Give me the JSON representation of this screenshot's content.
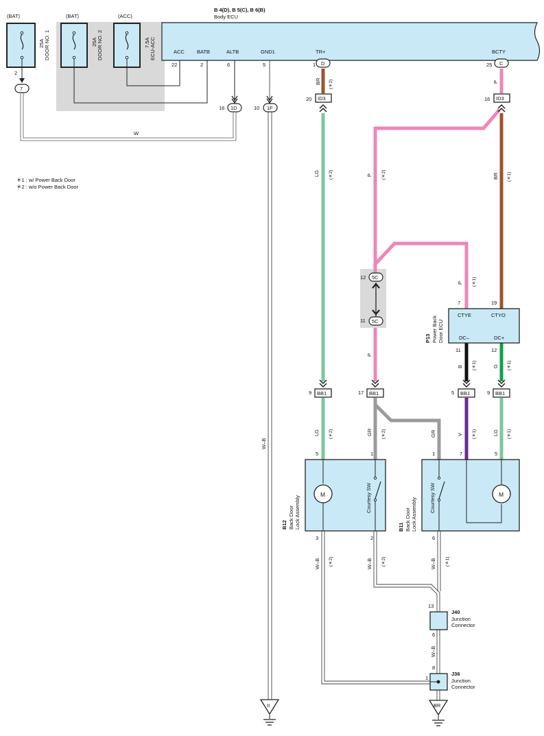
{
  "notes": [
    "＊1 : w/ Power Back Door",
    "＊2 : w/o Power Back Door"
  ],
  "sources": {
    "bat1": "(BAT)",
    "bat2": "(BAT)",
    "acc": "(ACC)",
    "fuse1_amp": "25A",
    "fuse1_name": "DOOR NO. 1",
    "fuse2_amp": "25A",
    "fuse2_name": "DOOR NO. 2",
    "fuse3_amp": "7.5A",
    "fuse3_name": "ECU-ACC"
  },
  "body_ecu": {
    "connectors": "B 4(D), B 5(C), B 6(B)",
    "name": "Body ECU",
    "pins": [
      {
        "label": "ACC",
        "pin": "22"
      },
      {
        "label": "BATB",
        "pin": "2"
      },
      {
        "label": "ALTB",
        "pin": "6"
      },
      {
        "label": "GND1",
        "pin": "5"
      },
      {
        "label": "TR+",
        "pin": "1",
        "conn": "D"
      },
      {
        "label": "BCTY",
        "pin": "25",
        "conn": "C"
      }
    ]
  },
  "connectors": {
    "c7": "7",
    "c7_pin": "2",
    "c1D": "1D",
    "c1D_pin": "16",
    "c1F": "1F",
    "c1F_pin": "10",
    "id3_left": "ID3",
    "id3_left_pin": "20",
    "id3_right": "ID3",
    "id3_right_pin": "16",
    "c5C_top": "5C",
    "c5C_top_pin": "12",
    "c5C_bot": "5C",
    "c5C_bot_pin": "11",
    "bb1_a": "BB1",
    "bb1_a_pin": "9",
    "bb1_b": "BB1",
    "bb1_b_pin": "17",
    "bb1_c": "BB1",
    "bb1_c_pin": "5",
    "bb1_d": "BB1",
    "bb1_d_pin": "9"
  },
  "wires": {
    "w": "W",
    "wb_main": "W–B",
    "br_top": "BR",
    "br_top_note": "(＊2)",
    "p_top": "P",
    "lg_mid": "LG",
    "lg_mid_note": "(＊2)",
    "p_mid": "P",
    "p_mid_note": "(＊2)",
    "br_right": "BR",
    "br_right_note": "(＊1)",
    "p_ctye": "P",
    "p_ctye_note": "(＊1)",
    "p_low": "P",
    "b_dc": "B",
    "b_dc_note": "(＊1)",
    "g_dc": "G",
    "g_dc_note": "(＊1)",
    "lg_b12": "LG",
    "lg_b12_note": "(＊2)",
    "gr_b12": "GR",
    "gr_b12_note": "(＊2)",
    "gr_b11": "GR",
    "v_b11": "V",
    "v_b11_note": "(＊1)",
    "lg_b11": "LG",
    "lg_b11_note": "(＊1)",
    "wb_b12_3": "W–B",
    "wb_b12_3_note": "(＊2)",
    "wb_b12_2": "W–B",
    "wb_b12_2_note": "(＊2)",
    "wb_b11_6": "W–B",
    "wb_b11_6_note": "(＊1)",
    "wb_j40": "W–B",
    "ground_left": "II",
    "ground_right": "BR"
  },
  "pbd_ecu": {
    "code": "P13",
    "name_l1": "Power Back",
    "name_l2": "Door ECU",
    "pins": [
      {
        "label": "CTYE",
        "pin": "7"
      },
      {
        "label": "CTYO",
        "pin": "19"
      },
      {
        "label": "DC–",
        "pin": "11"
      },
      {
        "label": "DC+",
        "pin": "12"
      }
    ]
  },
  "b12": {
    "code": "B12",
    "name_l1": "Back Door",
    "name_l2": "Lock Assembly",
    "motor": "M",
    "switch": "Courtesy SW",
    "pins": {
      "p5": "5",
      "p1": "1",
      "p3": "3",
      "p2": "2"
    }
  },
  "b11": {
    "code": "B11",
    "name_l1": "Back Door",
    "name_l2": "Lock Assembly",
    "motor": "M",
    "switch": "Courtesy SW",
    "pins": {
      "p1": "1",
      "p7": "7",
      "p5": "5",
      "p6": "6"
    }
  },
  "j40": {
    "code": "J40",
    "name_l1": "Junction",
    "name_l2": "Connector",
    "pin_top": "13",
    "pin_bot": "6"
  },
  "j36": {
    "code": "J36",
    "name_l1": "Junction",
    "name_l2": "Connector",
    "pin_top": "8",
    "pin_left": "1"
  },
  "colors": {
    "component_fill": "#c9e9f7",
    "shade": "#d9d9d9",
    "wire_pink": "#ee86b9",
    "wire_brown": "#a0522d",
    "wire_lightgreen": "#7cc79a",
    "wire_green": "#11a14b",
    "wire_gray": "#9b9b9b",
    "wire_violet": "#6a2c91",
    "wire_black": "#111111"
  }
}
